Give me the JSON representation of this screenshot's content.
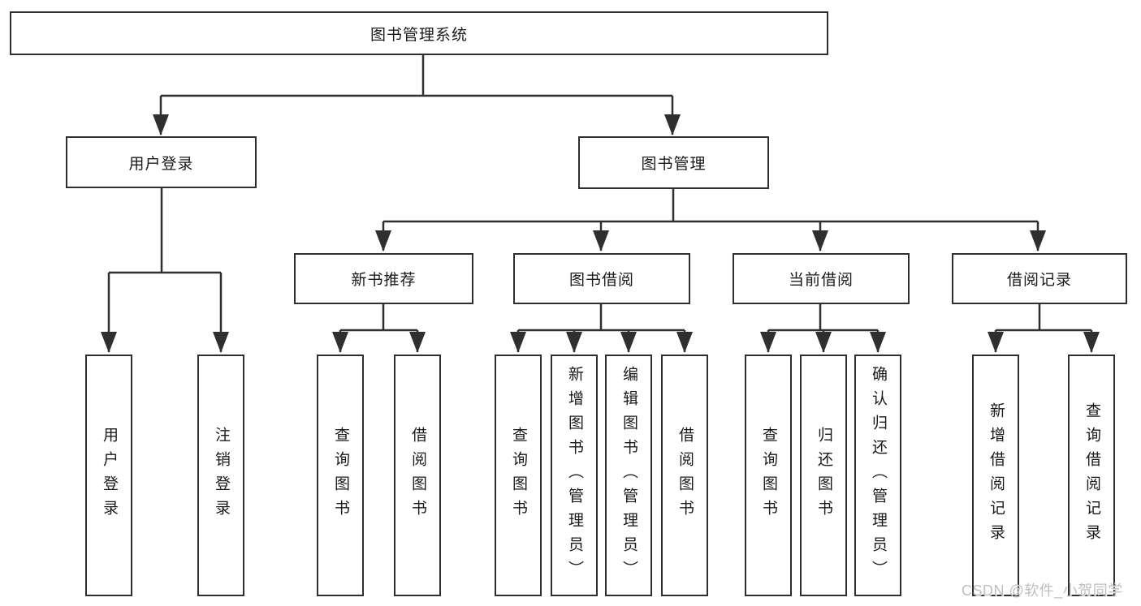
{
  "diagram_type": "hierarchy-tree",
  "tree": {
    "label": "图书管理系统",
    "children": [
      {
        "label": "用户登录",
        "children": [
          {
            "label": "用户登录"
          },
          {
            "label": "注销登录"
          }
        ]
      },
      {
        "label": "图书管理",
        "children": [
          {
            "label": "新书推荐",
            "children": [
              {
                "label": "查询图书"
              },
              {
                "label": "借阅图书"
              }
            ]
          },
          {
            "label": "图书借阅",
            "children": [
              {
                "label": "查询图书"
              },
              {
                "label": "新增图书（管理员）"
              },
              {
                "label": "编辑图书（管理员）"
              },
              {
                "label": "借阅图书"
              }
            ]
          },
          {
            "label": "当前借阅",
            "children": [
              {
                "label": "查询图书"
              },
              {
                "label": "归还图书"
              },
              {
                "label": "确认归还（管理员）"
              }
            ]
          },
          {
            "label": "借阅记录",
            "children": [
              {
                "label": "新增借阅记录"
              },
              {
                "label": "查询借阅记录"
              }
            ]
          }
        ]
      }
    ]
  },
  "watermark": "CSDN @软件_小贺同学",
  "colors": {
    "line": "#2f2f2f",
    "text": "#1a1a1a",
    "background": "#ffffff",
    "watermark": "#bfbfbf"
  }
}
